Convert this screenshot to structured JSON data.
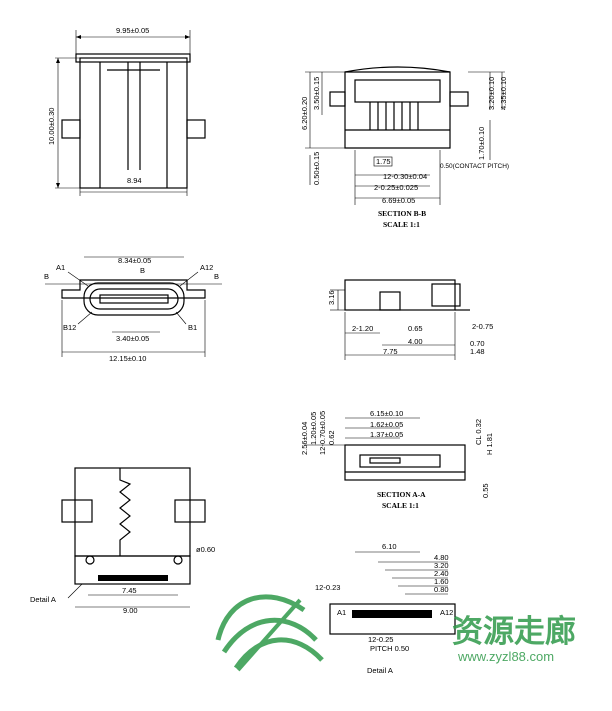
{
  "views": {
    "top": {
      "width_label": "9.95±0.05",
      "height_label": "10.00±0.30",
      "bottom_label": "8.94"
    },
    "section_bb": {
      "labels": [
        "6.20±0.20",
        "3.50±0.15",
        "0.50±0.15",
        "3.20±0.10",
        "4.35±0.10",
        "1.70±0.10",
        "1.75",
        "12-0.30±0.04",
        "2-0.25±0.025",
        "6.69±0.05",
        "0.50(CONTACT PITCH)"
      ],
      "title": "SECTION B-B",
      "scale": "SCALE 1:1"
    },
    "front": {
      "labels": [
        "A1",
        "A12",
        "B12",
        "B1",
        "B",
        "B",
        "B",
        "8.34±0.05",
        "3.40±0.05",
        "12.15±0.10"
      ]
    },
    "side": {
      "labels": [
        "3.16",
        "2-1.20",
        "0.65",
        "2-0.75",
        "4.00",
        "0.70",
        "7.75",
        "1.48"
      ]
    },
    "section_aa": {
      "labels": [
        "2.56±0.04",
        "1.20±0.05",
        "12-0.70±0.05",
        "0.62",
        "6.15±0.10",
        "1.62±0.05",
        "1.37±0.05",
        "CL 0.32",
        "H 1.81",
        "0.55"
      ],
      "title": "SECTION A-A",
      "scale": "SCALE 1:1"
    },
    "bottom": {
      "labels": [
        "Detail A",
        "7.45",
        "9.00",
        "ø0.60"
      ]
    },
    "detail_a": {
      "labels": [
        "6.10",
        "4.80",
        "3.20",
        "2.40",
        "1.60",
        "0.80",
        "12-0.23",
        "A1",
        "A12",
        "12-0.25",
        "PITCH 0.50"
      ],
      "title": "Detail A"
    }
  },
  "watermark": {
    "text": "资源走廊",
    "url": "www.zyzl88.com",
    "color": "#2f9a49"
  }
}
